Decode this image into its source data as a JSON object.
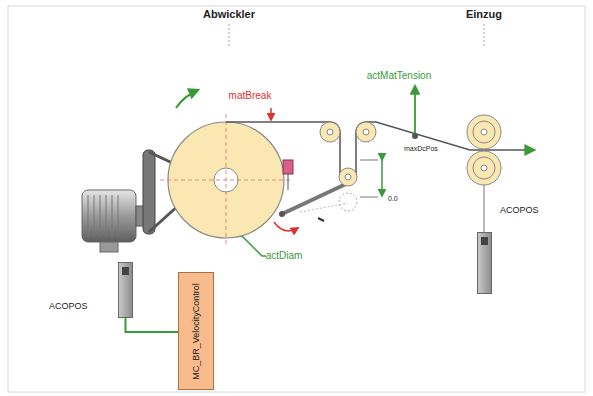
{
  "diagram": {
    "nodes": [
      {
        "text": [
          "ACOPOS"
        ]
      },
      {
        "text": [
          "MC_BR_VelocityControl"
        ]
      },
      {
        "text": [
          "ACOPOS"
        ]
      }
    ],
    "edges": [
      {
        "from": 0,
        "to": 1,
        "arrow": "none"
      }
    ],
    "labels": [
      "Abwickler",
      "Einzug",
      "matBreak",
      "actMatTension",
      "maxDcPos",
      "0.0",
      "actDiam"
    ]
  }
}
